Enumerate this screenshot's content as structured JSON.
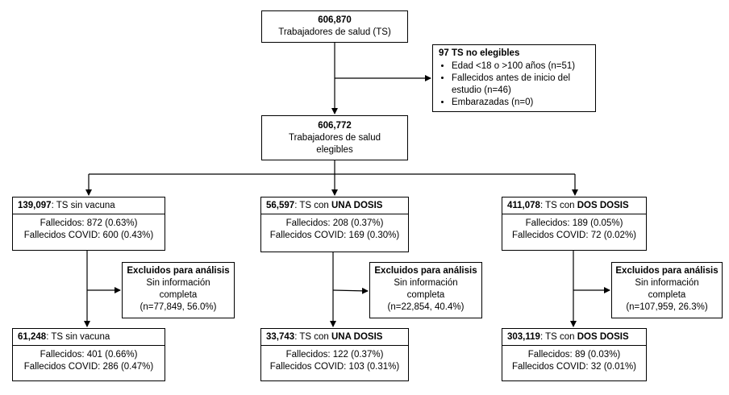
{
  "top": {
    "count": "606,870",
    "label": "Trabajadores de salud (TS)"
  },
  "excluded_top": {
    "title": "97 TS no elegibles",
    "items": [
      "Edad <18 o >100 años (n=51)",
      "Fallecidos antes de inicio del estudio (n=46)",
      "Embarazadas (n=0)"
    ]
  },
  "eligible": {
    "count": "606,772",
    "label": "Trabajadores de salud elegibles"
  },
  "groups": [
    {
      "count": "139,097",
      "prefix": ": TS sin vacuna",
      "dose": "",
      "fallecidos": "Fallecidos: 872 (0.63%)",
      "covid": "Fallecidos COVID: 600 (0.43%)",
      "excl_title": "Excluidos para análisis",
      "excl_desc": "Sin información completa",
      "excl_n": "(n=77,849, 56.0%)",
      "final_count": "61,248",
      "final_prefix": ": TS sin vacuna",
      "final_dose": "",
      "final_fallecidos": "Fallecidos: 401 (0.66%)",
      "final_covid": "Fallecidos COVID: 286 (0.47%)"
    },
    {
      "count": "56,597",
      "prefix": ": TS con ",
      "dose": "UNA DOSIS",
      "fallecidos": "Fallecidos: 208 (0.37%)",
      "covid": "Fallecidos COVID: 169 (0.30%)",
      "excl_title": "Excluidos para análisis",
      "excl_desc": "Sin información completa",
      "excl_n": "(n=22,854, 40.4%)",
      "final_count": "33,743",
      "final_prefix": ": TS con ",
      "final_dose": "UNA DOSIS",
      "final_fallecidos": "Fallecidos: 122 (0.37%)",
      "final_covid": "Fallecidos COVID: 103 (0.31%)"
    },
    {
      "count": "411,078",
      "prefix": ": TS con ",
      "dose": "DOS DOSIS",
      "fallecidos": "Fallecidos: 189 (0.05%)",
      "covid": "Fallecidos COVID: 72 (0.02%)",
      "excl_title": "Excluidos para análisis",
      "excl_desc": "Sin información completa",
      "excl_n": "(n=107,959, 26.3%)",
      "final_count": "303,119",
      "final_prefix": ": TS con ",
      "final_dose": "DOS DOSIS",
      "final_fallecidos": "Fallecidos: 89 (0.03%)",
      "final_covid": "Fallecidos COVID: 32 (0.01%)"
    }
  ]
}
